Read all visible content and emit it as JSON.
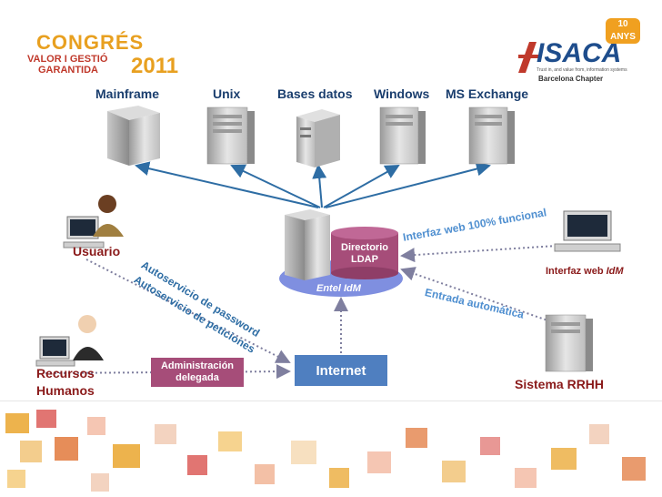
{
  "header": {
    "congres_logo": {
      "line1": "CONGRÉS",
      "line2": "VALOR I GESTIÓ",
      "line3": "GARANTIDA",
      "year": "2011"
    },
    "isaca_logo": {
      "name": "ISACA",
      "tagline": "Trust in, and value from, information systems",
      "chapter": "Barcelona Chapter",
      "badge": "10 ANYS"
    }
  },
  "diagram": {
    "servers": [
      {
        "id": "mainframe",
        "label": "Mainframe"
      },
      {
        "id": "unix",
        "label": "Unix"
      },
      {
        "id": "bases",
        "label": "Bases datos"
      },
      {
        "id": "windows",
        "label": "Windows"
      },
      {
        "id": "exchange",
        "label": "MS Exchange"
      }
    ],
    "user_label": "Usuario",
    "hr_person_label_1": "Recursos",
    "hr_person_label_2": "Humanos",
    "hr_system_label": "Sistema RRHH",
    "central": {
      "directory_line1": "Directorio",
      "directory_line2": "LDAP",
      "entel": "Entel IdM"
    },
    "internet_label": "Internet",
    "admin_line1": "Administración",
    "admin_line2": "delegada",
    "autoservicio_password": "Autoservicio de password",
    "autoservicio_peticiones": "Autoservicio de peticiones",
    "interfaz_web_funcional": "Interfaz web 100% funcional",
    "entrada_automatica": "Entrada automática",
    "interfaz_web_idm_prefix": "Interfaz web ",
    "interfaz_web_idm_suffix": "IdM"
  },
  "colors": {
    "label": "#1a3e6e",
    "rotated_text": "#2e6da4",
    "hr_text": "#8a1a1a",
    "internet_box": "#4f7fc0",
    "admin_box": "#a64d79",
    "directory": "#a64d79",
    "entel_ellipse": "#7f8fe0",
    "arrows": "#2e6da4",
    "dashed": "#7f7f9f"
  }
}
